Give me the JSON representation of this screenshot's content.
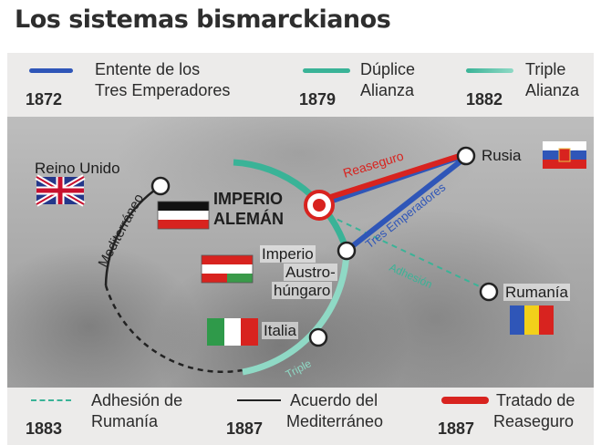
{
  "title": "Los sistemas bismarckianos",
  "legend_top": [
    {
      "year": "1872",
      "line1": "Entente de los",
      "line2": "Tres Emperadores",
      "color": "#2f56b8"
    },
    {
      "year": "1879",
      "line1": "Dúplice",
      "line2": "Alianza",
      "color": "#3ab397"
    },
    {
      "year": "1882",
      "line1": "Triple",
      "line2": "Alianza",
      "color": "#8fd9c5"
    }
  ],
  "legend_bottom": [
    {
      "year": "1883",
      "line1": "Adhesión de",
      "line2": "Rumanía",
      "color": "#3ab397",
      "style": "dashed"
    },
    {
      "year": "1887",
      "line1": "Acuerdo del",
      "line2": "Mediterráneo",
      "color": "#222222",
      "style": "solid"
    },
    {
      "year": "1887",
      "line1": "Tratado de",
      "line2": "Reaseguro",
      "color": "#d8231f",
      "style": "thick"
    }
  ],
  "nodes": {
    "reino_unido": "Reino Unido",
    "imperio_aleman_1": "IMPERIO",
    "imperio_aleman_2": "ALEMÁN",
    "austria_1": "Imperio",
    "austria_2": "Austro-",
    "austria_3": "húngaro",
    "italia": "Italia",
    "rusia": "Rusia",
    "rumania": "Rumanía"
  },
  "line_labels": {
    "reaseguro": "Reaseguro",
    "tres_emperadores": "Tres Emperadores",
    "adhesion": "Adhesión",
    "mediterraneo": "Mediterráneo",
    "triple": "Triple"
  },
  "colors": {
    "blue": "#2f56b8",
    "duplice": "#3ab397",
    "triple": "#8fd9c5",
    "red": "#d8231f",
    "black": "#222222"
  },
  "icons": [
    "uk-flag-icon",
    "germany-flag-icon",
    "austria-hungary-flag-icon",
    "italy-flag-icon",
    "russia-flag-icon",
    "romania-flag-icon"
  ]
}
